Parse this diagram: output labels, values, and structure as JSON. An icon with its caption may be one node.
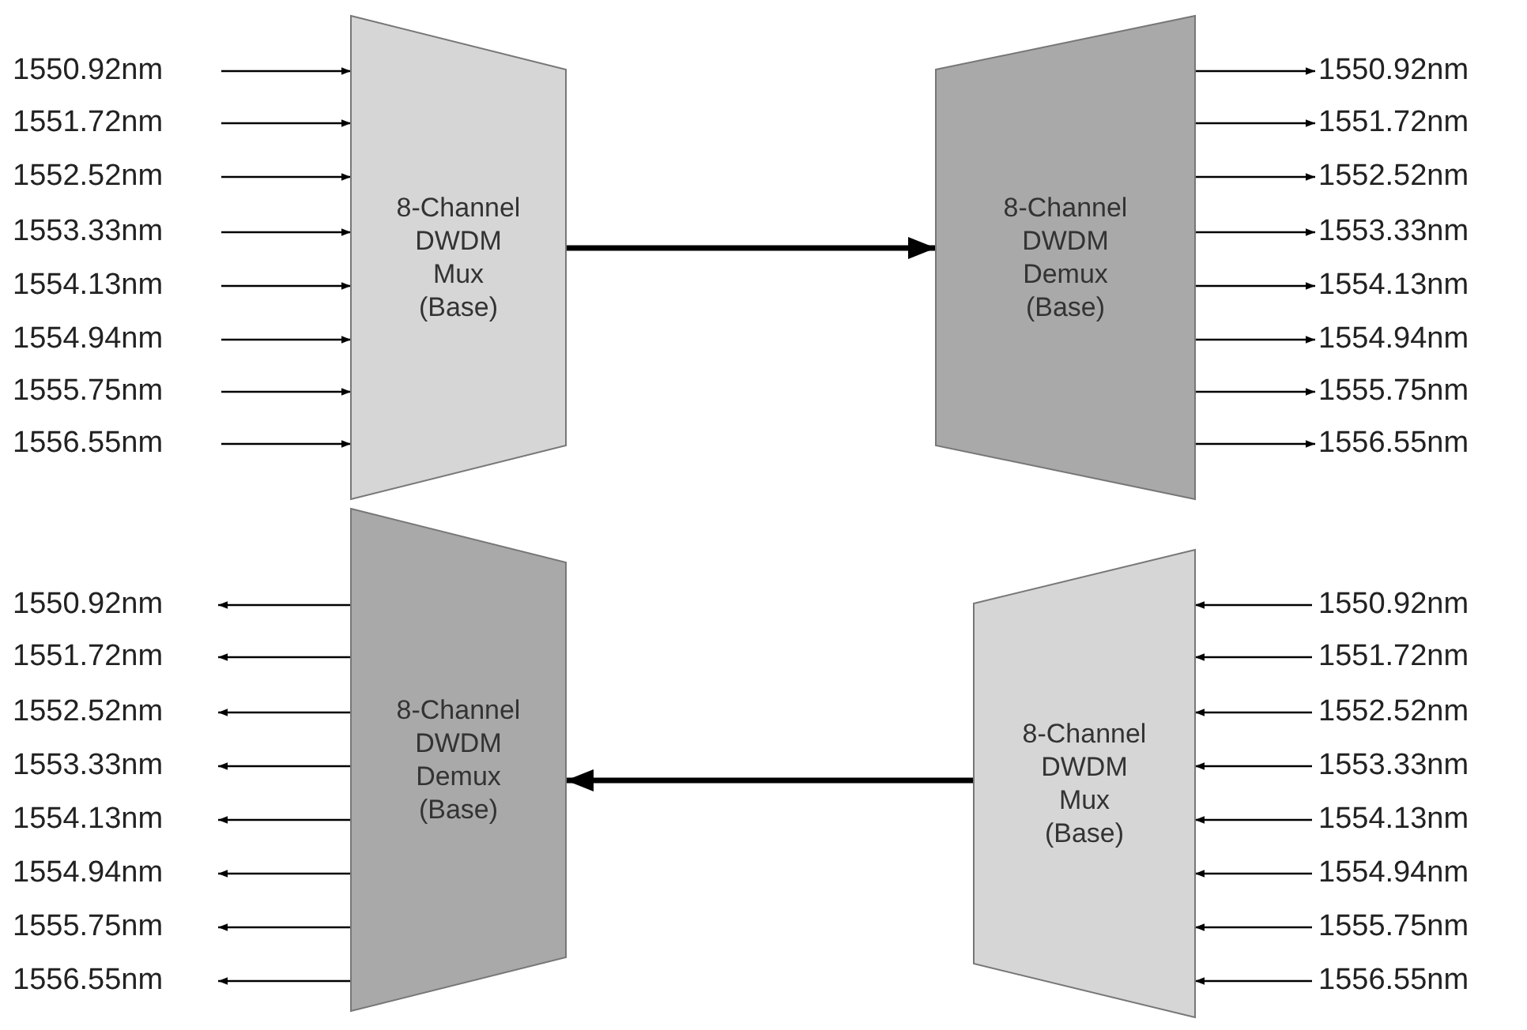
{
  "diagram": {
    "nodes": [
      {
        "text": [
          "1550.92nm"
        ]
      },
      {
        "text": [
          "1551.72nm"
        ]
      },
      {
        "text": [
          "1552.52nm"
        ]
      },
      {
        "text": [
          "1553.33nm"
        ]
      },
      {
        "text": [
          "1554.13nm"
        ]
      },
      {
        "text": [
          "1554.94nm"
        ]
      },
      {
        "text": [
          "1555.75nm"
        ]
      },
      {
        "text": [
          "1556.55nm"
        ]
      },
      {
        "text": [
          "8-Channel DWDM Mux (Base)"
        ]
      },
      {
        "text": [
          "8-Channel DWDM Demux (Base)"
        ]
      },
      {
        "text": [
          "1550.92nm"
        ]
      },
      {
        "text": [
          "1551.72nm"
        ]
      },
      {
        "text": [
          "1552.52nm"
        ]
      },
      {
        "text": [
          "1553.33nm"
        ]
      },
      {
        "text": [
          "1554.13nm"
        ]
      },
      {
        "text": [
          "1554.94nm"
        ]
      },
      {
        "text": [
          "1555.75nm"
        ]
      },
      {
        "text": [
          "1556.55nm"
        ]
      },
      {
        "text": [
          "8-Channel DWDM Demux (Base)"
        ]
      },
      {
        "text": [
          "1550.92nm"
        ]
      },
      {
        "text": [
          "1551.72nm"
        ]
      },
      {
        "text": [
          "1552.52nm"
        ]
      },
      {
        "text": [
          "1553.33nm"
        ]
      },
      {
        "text": [
          "1554.13nm"
        ]
      },
      {
        "text": [
          "1554.94nm"
        ]
      },
      {
        "text": [
          "1555.75nm"
        ]
      },
      {
        "text": [
          "1556.55nm"
        ]
      },
      {
        "text": [
          "8-Channel DWDM Mux (Base)"
        ]
      },
      {
        "text": [
          "1550.92nm"
        ]
      },
      {
        "text": [
          "1551.72nm"
        ]
      },
      {
        "text": [
          "1552.52nm"
        ]
      },
      {
        "text": [
          "1553.33nm"
        ]
      },
      {
        "text": [
          "1554.13nm"
        ]
      },
      {
        "text": [
          "1554.94nm"
        ]
      },
      {
        "text": [
          "1555.75nm"
        ]
      },
      {
        "text": [
          "1556.55nm"
        ]
      }
    ],
    "edges": [
      {
        "from": 0,
        "to": 8,
        "arrow": "to"
      },
      {
        "from": 1,
        "to": 8,
        "arrow": "to"
      },
      {
        "from": 2,
        "to": 8,
        "arrow": "to"
      },
      {
        "from": 3,
        "to": 8,
        "arrow": "to"
      },
      {
        "from": 4,
        "to": 8,
        "arrow": "to"
      },
      {
        "from": 5,
        "to": 8,
        "arrow": "to"
      },
      {
        "from": 6,
        "to": 8,
        "arrow": "to"
      },
      {
        "from": 7,
        "to": 8,
        "arrow": "to"
      },
      {
        "from": 8,
        "to": 9,
        "arrow": "to",
        "style": "thick"
      },
      {
        "from": 9,
        "to": 10,
        "arrow": "to"
      },
      {
        "from": 9,
        "to": 11,
        "arrow": "to"
      },
      {
        "from": 9,
        "to": 12,
        "arrow": "to"
      },
      {
        "from": 9,
        "to": 13,
        "arrow": "to"
      },
      {
        "from": 9,
        "to": 14,
        "arrow": "to"
      },
      {
        "from": 9,
        "to": 15,
        "arrow": "to"
      },
      {
        "from": 9,
        "to": 16,
        "arrow": "to"
      },
      {
        "from": 9,
        "to": 17,
        "arrow": "to"
      },
      {
        "from": 18,
        "to": 19,
        "arrow": "to"
      },
      {
        "from": 18,
        "to": 20,
        "arrow": "to"
      },
      {
        "from": 18,
        "to": 21,
        "arrow": "to"
      },
      {
        "from": 18,
        "to": 22,
        "arrow": "to"
      },
      {
        "from": 18,
        "to": 23,
        "arrow": "to"
      },
      {
        "from": 18,
        "to": 24,
        "arrow": "to"
      },
      {
        "from": 18,
        "to": 25,
        "arrow": "to"
      },
      {
        "from": 18,
        "to": 26,
        "arrow": "to"
      },
      {
        "from": 27,
        "to": 18,
        "arrow": "to",
        "style": "thick"
      },
      {
        "from": 28,
        "to": 27,
        "arrow": "to"
      },
      {
        "from": 29,
        "to": 27,
        "arrow": "to"
      },
      {
        "from": 30,
        "to": 27,
        "arrow": "to"
      },
      {
        "from": 31,
        "to": 27,
        "arrow": "to"
      },
      {
        "from": 32,
        "to": 27,
        "arrow": "to"
      },
      {
        "from": 33,
        "to": 27,
        "arrow": "to"
      },
      {
        "from": 34,
        "to": 27,
        "arrow": "to"
      },
      {
        "from": 35,
        "to": 27,
        "arrow": "to"
      }
    ]
  }
}
